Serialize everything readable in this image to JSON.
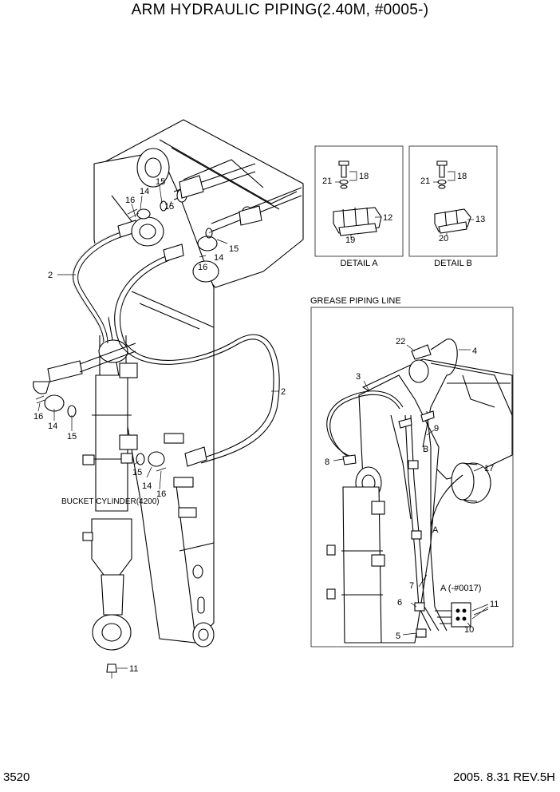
{
  "title": "ARM HYDRAULIC PIPING(2.40M, #0005-)",
  "page_number": "3520",
  "revision": "2005. 8.31 REV.5H",
  "labels": {
    "detail_a": "DETAIL A",
    "detail_b": "DETAIL B",
    "grease_piping_line": "GREASE PIPING LINE",
    "bucket_cylinder": "BUCKET CYLINDER(4200)",
    "mark_a": "A",
    "mark_b": "B",
    "mark_a_serial": "A (-#0017)"
  },
  "callouts": {
    "main": [
      "16",
      "14",
      "15",
      "15",
      "14",
      "16",
      "15",
      "2",
      "16",
      "14",
      "15",
      "15",
      "14",
      "16",
      "2",
      "11"
    ],
    "detail_a": [
      "18",
      "21",
      "12",
      "19"
    ],
    "detail_b": [
      "18",
      "21",
      "13",
      "20"
    ],
    "grease": [
      "22",
      "4",
      "3",
      "9",
      "8",
      "17",
      "7",
      "6",
      "11",
      "10",
      "5"
    ]
  }
}
